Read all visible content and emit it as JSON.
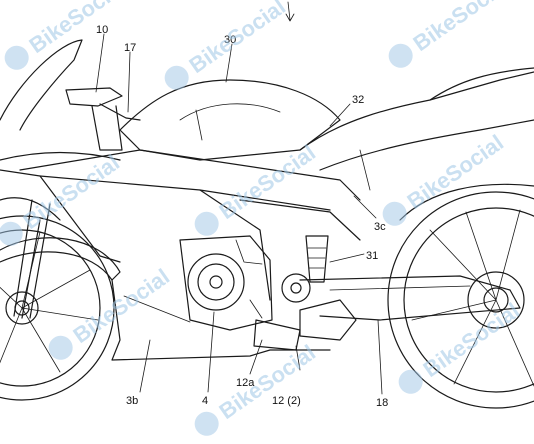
{
  "figure": {
    "labels": {
      "l10": "10",
      "l17": "17",
      "l30": "30",
      "l32": "32",
      "l3c": "3c",
      "l31": "31",
      "l3b": "3b",
      "l4": "4",
      "l12a": "12a",
      "l12_2": "12 (2)",
      "l18": "18"
    },
    "watermark": {
      "text": "BikeSocial",
      "color": "#9fc6e6"
    }
  }
}
